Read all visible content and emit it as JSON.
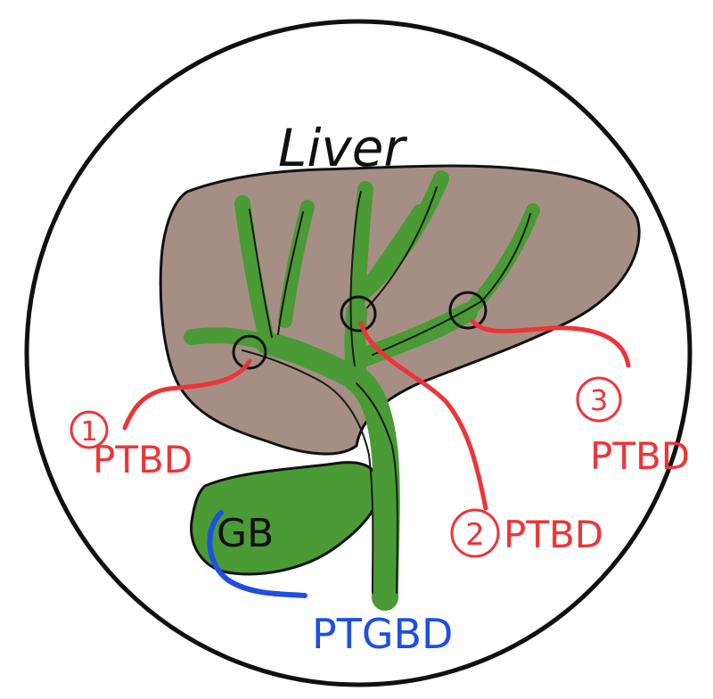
{
  "labels": {
    "liver": "Liver",
    "gb": "GB",
    "ptbd": "PTBD",
    "ptgbd": "PTGBD",
    "markers": [
      "1",
      "2",
      "3"
    ]
  },
  "colors": {
    "liver_fill": "#a58f84",
    "duct_green": "#4a9a36",
    "outline": "#111111",
    "ptbd_red": "#ee3438",
    "ptgbd_blue": "#1f4fe0"
  }
}
